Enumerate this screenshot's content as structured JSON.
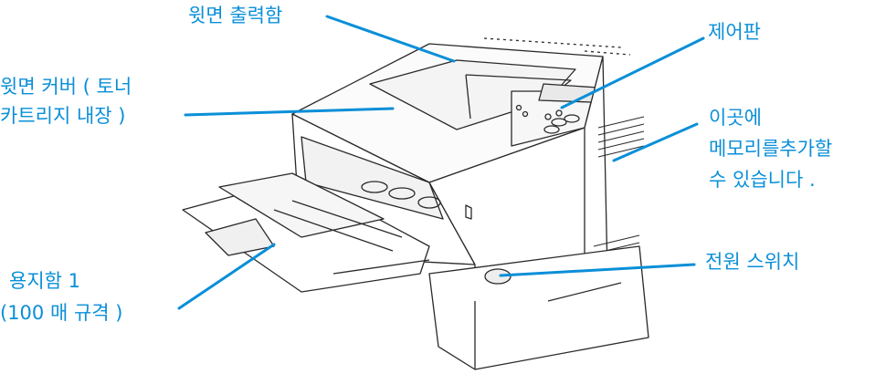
{
  "labels": {
    "top_output_bin": "윗면 출력함",
    "top_cover_line1": "윗면 커버 ( 토너",
    "top_cover_line2": "카트리지 내장 )",
    "control_panel": "제어판",
    "memory_line1": "이곳에",
    "memory_line2": "메모리를추가할",
    "memory_line3": "수 있습니다 .",
    "tray1_line1": "용지함 1",
    "tray1_line2": "(100 매 규격 )",
    "power_switch": "전원 스위치"
  },
  "colors": {
    "label": "#0a8fd8",
    "leader": "#0a8fd8",
    "outline": "#2a2a2a"
  }
}
